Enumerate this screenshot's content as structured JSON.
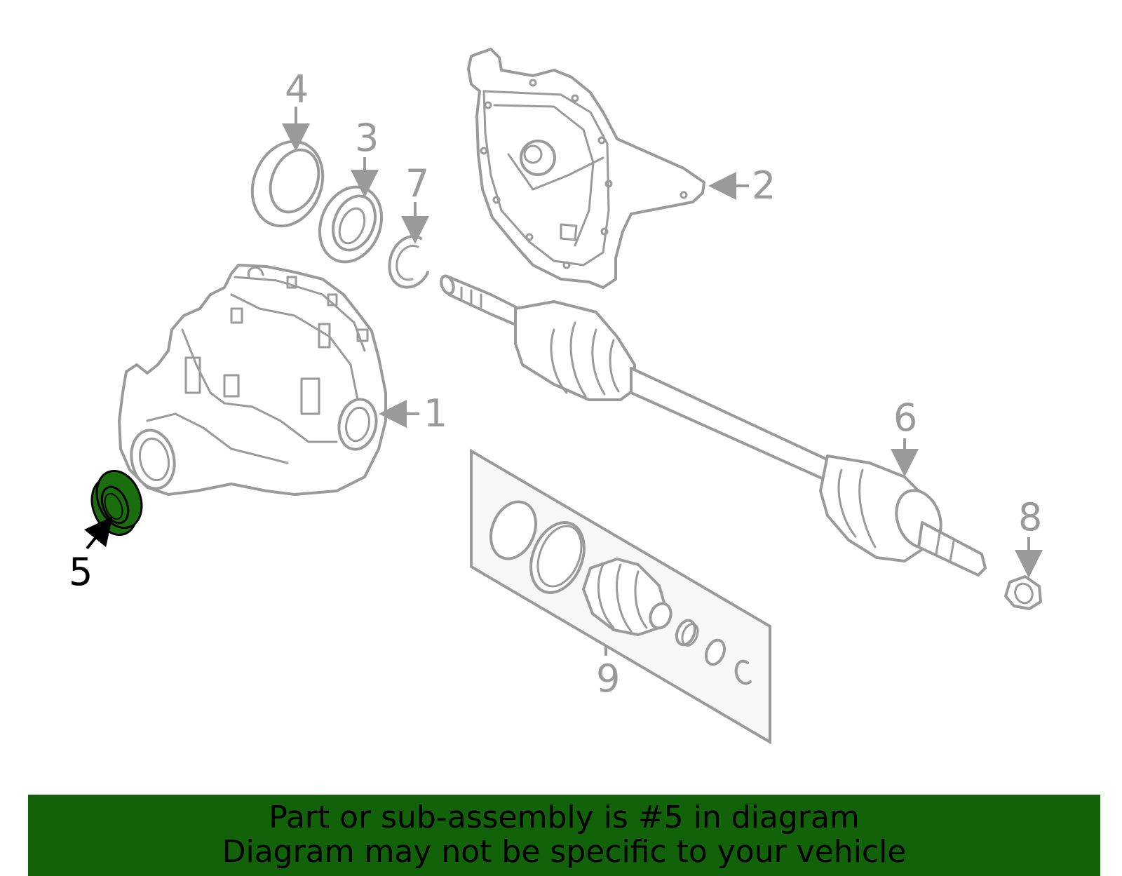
{
  "callouts": {
    "c1": "1",
    "c2": "2",
    "c3": "3",
    "c4": "4",
    "c5": "5",
    "c6": "6",
    "c7": "7",
    "c8": "8",
    "c9": "9"
  },
  "highlight": {
    "part": "5",
    "color": "#1a6e0e"
  },
  "banner": {
    "line1": "Part or sub-assembly is #5 in diagram",
    "line2": "Diagram may not be specific to your vehicle",
    "background": "#12620a"
  }
}
